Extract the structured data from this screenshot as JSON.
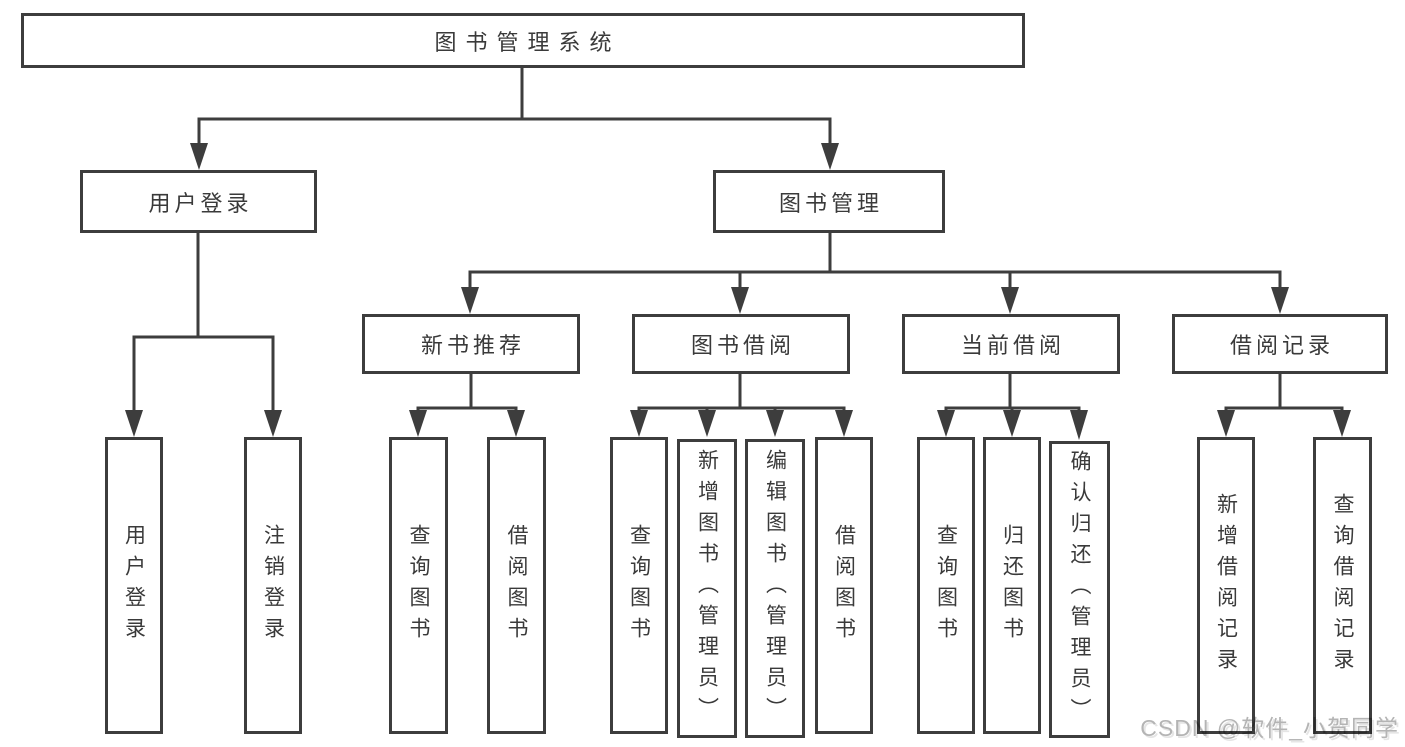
{
  "diagram": {
    "root": {
      "label": "图书管理系统"
    },
    "branches": [
      {
        "label": "用户登录",
        "children": [
          {
            "label": "用户登录"
          },
          {
            "label": "注销登录"
          }
        ]
      },
      {
        "label": "图书管理",
        "sections": [
          {
            "label": "新书推荐",
            "children": [
              {
                "label": "查询图书"
              },
              {
                "label": "借阅图书"
              }
            ]
          },
          {
            "label": "图书借阅",
            "children": [
              {
                "label": "查询图书"
              },
              {
                "label": "新增图书（管理员）"
              },
              {
                "label": "编辑图书（管理员）"
              },
              {
                "label": "借阅图书"
              }
            ]
          },
          {
            "label": "当前借阅",
            "children": [
              {
                "label": "查询图书"
              },
              {
                "label": "归还图书"
              },
              {
                "label": "确认归还（管理员）"
              }
            ]
          },
          {
            "label": "借阅记录",
            "children": [
              {
                "label": "新增借阅记录"
              },
              {
                "label": "查询借阅记录"
              }
            ]
          }
        ]
      }
    ]
  },
  "watermark": {
    "text": "CSDN @软件_小贺同学"
  },
  "colors": {
    "line": "#3d3d3d",
    "text": "#3a3a3a",
    "watermark": "#b4b4b4",
    "background": "#ffffff"
  }
}
